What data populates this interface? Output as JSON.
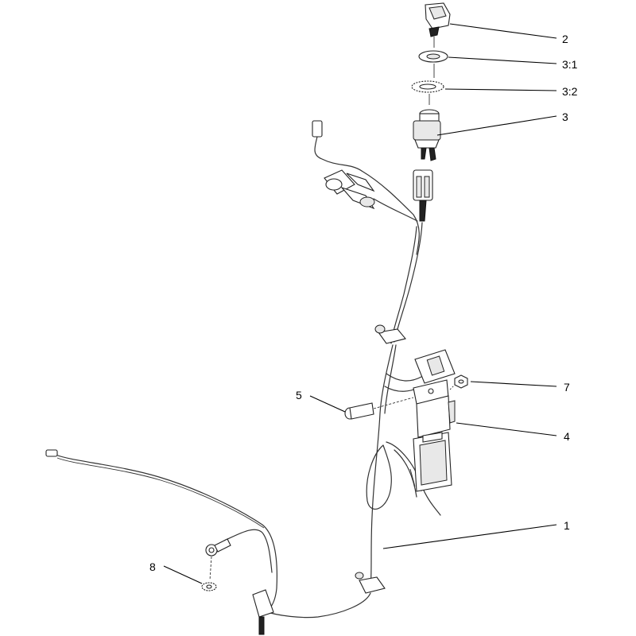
{
  "callouts": [
    {
      "id": "c2",
      "text": "2"
    },
    {
      "id": "c31",
      "text": "3:1"
    },
    {
      "id": "c32",
      "text": "3:2"
    },
    {
      "id": "c3",
      "text": "3"
    },
    {
      "id": "c7",
      "text": "7"
    },
    {
      "id": "c5",
      "text": "5"
    },
    {
      "id": "c4",
      "text": "4"
    },
    {
      "id": "c1",
      "text": "1"
    },
    {
      "id": "c8",
      "text": "8"
    }
  ]
}
